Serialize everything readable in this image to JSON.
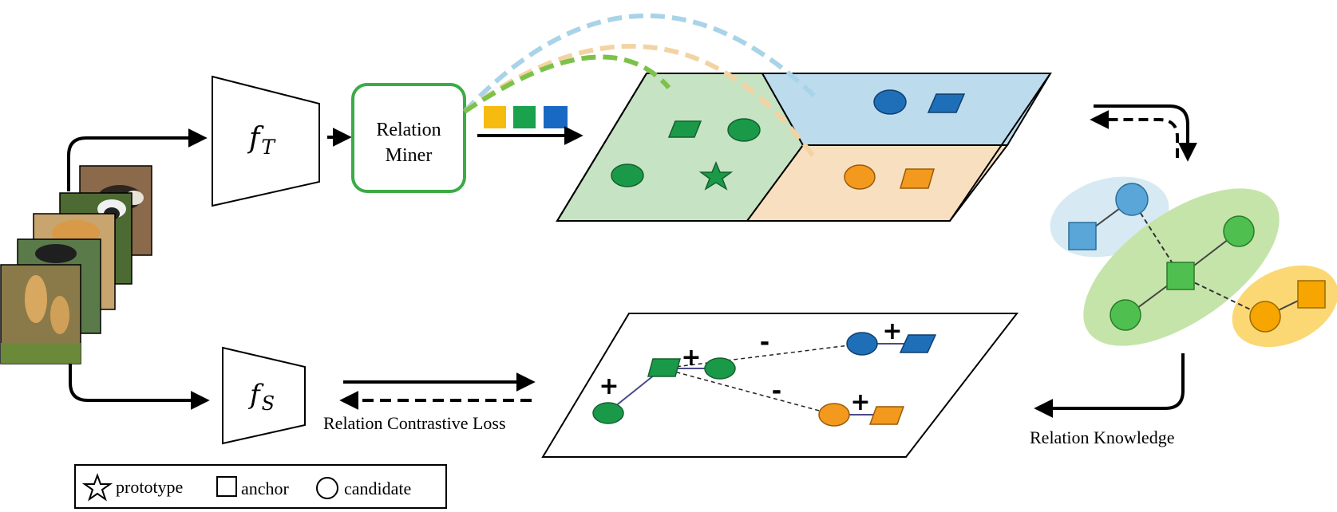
{
  "teacher": {
    "label_main": "f",
    "label_sub": "T"
  },
  "student": {
    "label_main": "f",
    "label_sub": "S"
  },
  "relation_miner": {
    "line1": "Relation",
    "line2": "Miner"
  },
  "loss_label": "Relation Contrastive Loss",
  "knowledge_label": "Relation Knowledge",
  "relation_signs": {
    "plus": "+",
    "minus": "-"
  },
  "legend": {
    "prototype": "prototype",
    "anchor": "anchor",
    "candidate": "candidate"
  },
  "colors": {
    "green": "#1a9a48",
    "blue": "#1f6fb8",
    "orange": "#f39a1e",
    "region_green": "#c6e3c3",
    "region_blue": "#bcdcee",
    "region_orange": "#f8dfc0",
    "miner_border": "#3bab45",
    "arc_blue": "#a9d3e8",
    "arc_orange": "#f3d3a3",
    "arc_green": "#7cc24a",
    "token_yellow": "#f6bb0f",
    "token_green": "#1aa24d",
    "token_blue": "#1869c3"
  }
}
